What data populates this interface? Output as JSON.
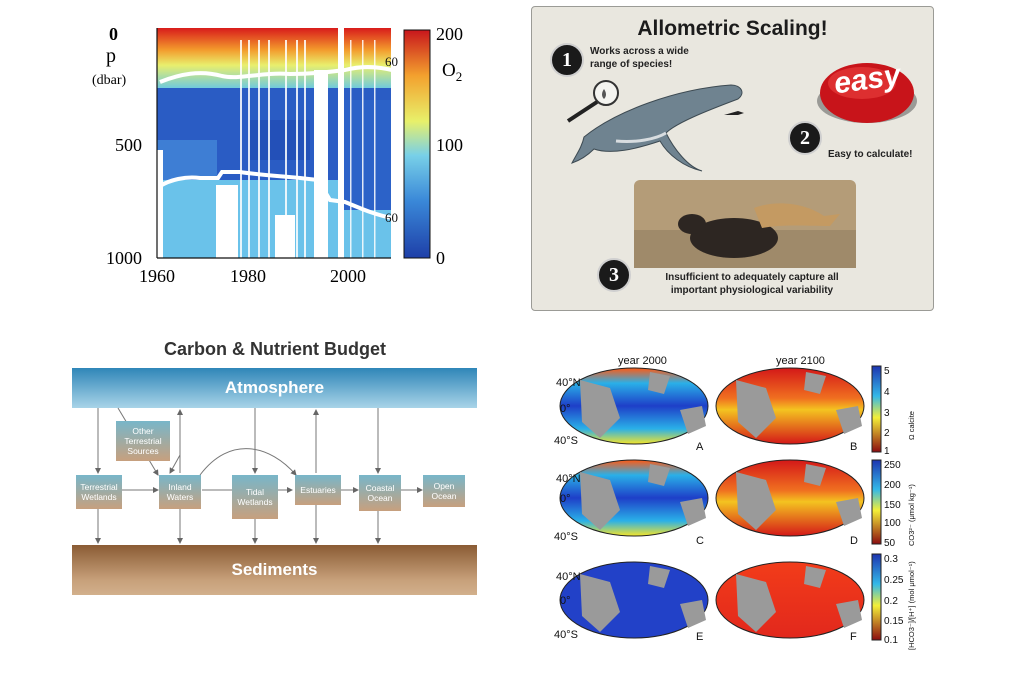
{
  "o2_panel": {
    "y_label_p": "p",
    "y_label_unit": "(dbar)",
    "y_ticks": [
      "0",
      "500",
      "1000"
    ],
    "x_ticks": [
      "1960",
      "1980",
      "2000"
    ],
    "contour_labels": [
      "60",
      "60"
    ],
    "colorbar_ticks": [
      "200",
      "100",
      "0"
    ],
    "colorbar_label_main": "O",
    "colorbar_label_sub": "2"
  },
  "allometric": {
    "title": "Allometric Scaling!",
    "badge_1": "1",
    "badge_2": "2",
    "badge_3": "3",
    "point1_line1": "Works across a wide",
    "point1_line2": "range of species!",
    "button_text": "easy",
    "point2": "Easy to calculate!",
    "point3_line1": "Insufficient to adequately capture all",
    "point3_line2": "important physiological variability"
  },
  "carbon": {
    "title": "Carbon & Nutrient Budget",
    "atmosphere": "Atmosphere",
    "sediments": "Sediments",
    "boxes": {
      "other_1": "Other",
      "other_2": "Terrestrial",
      "other_3": "Sources",
      "terr_1": "Terrestrial",
      "terr_2": "Wetlands",
      "inland_1": "Inland",
      "inland_2": "Waters",
      "tidal_1": "Tidal",
      "tidal_2": "Wetlands",
      "estuaries": "Estuaries",
      "coastal_1": "Coastal",
      "coastal_2": "Ocean",
      "open_1": "Open",
      "open_2": "Ocean"
    }
  },
  "maps": {
    "col_2000": "year 2000",
    "col_2100": "year 2100",
    "lat_north": "40°N",
    "lat_zero": "0°",
    "lat_south": "40°S",
    "panel_letters": [
      "A",
      "B",
      "C",
      "D",
      "E",
      "F"
    ],
    "cb1_ticks": [
      "5",
      "4",
      "3",
      "2",
      "1"
    ],
    "cb1_label": "Ω calcite",
    "cb2_ticks": [
      "250",
      "200",
      "150",
      "100",
      "50"
    ],
    "cb2_label": "CO3²⁻ (μmol kg⁻¹)",
    "cb3_ticks": [
      "0.3",
      "0.25",
      "0.2",
      "0.15",
      "0.1"
    ],
    "cb3_label": "[HCO3⁻]/[H⁺] (mol μmol⁻¹)"
  }
}
